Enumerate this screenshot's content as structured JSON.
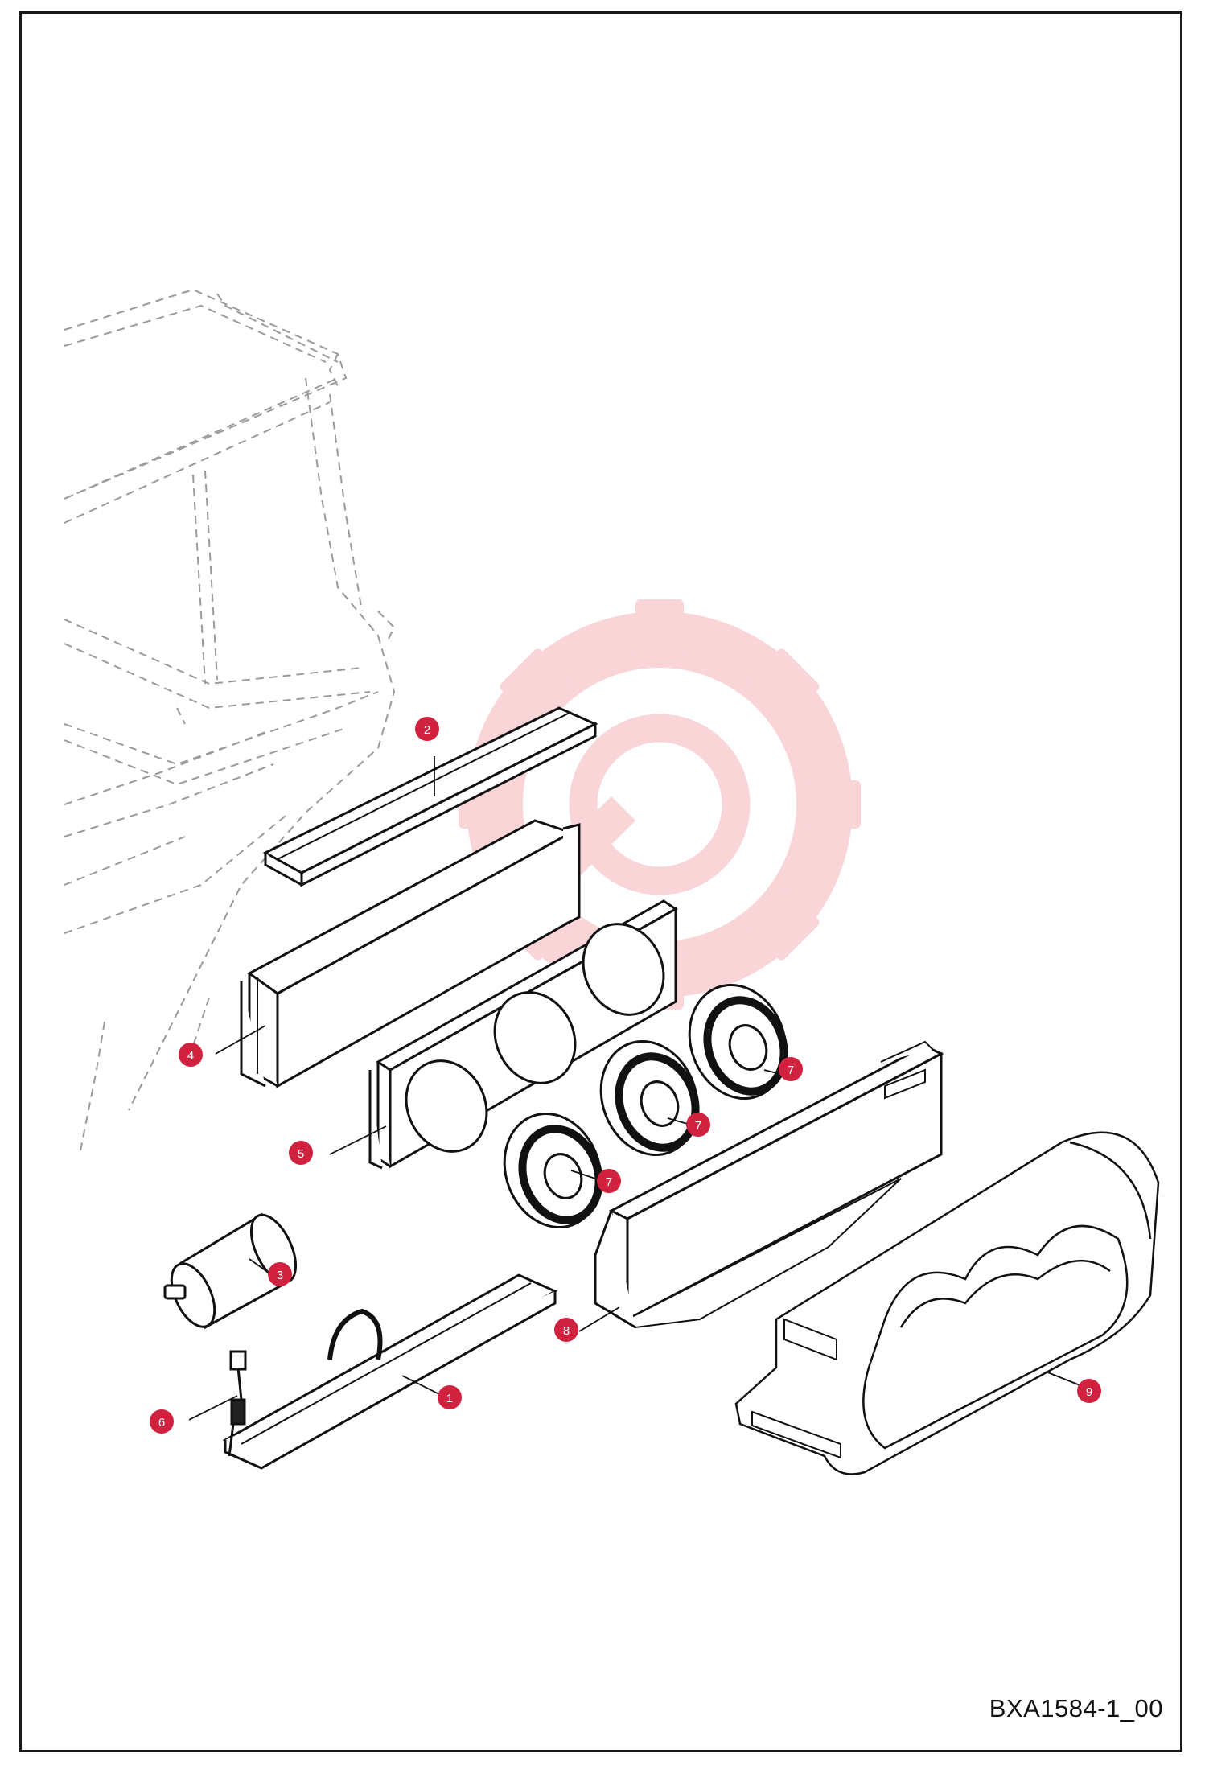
{
  "drawing_code": "BXA1584-1_00",
  "watermark": {
    "color": "#f4a3a9"
  },
  "callout_color": "#d0223f",
  "callouts": [
    {
      "label": "2"
    },
    {
      "label": "4"
    },
    {
      "label": "5"
    },
    {
      "label": "7"
    },
    {
      "label": "7"
    },
    {
      "label": "7"
    },
    {
      "label": "3"
    },
    {
      "label": "8"
    },
    {
      "label": "1"
    },
    {
      "label": "6"
    },
    {
      "label": "9"
    }
  ]
}
